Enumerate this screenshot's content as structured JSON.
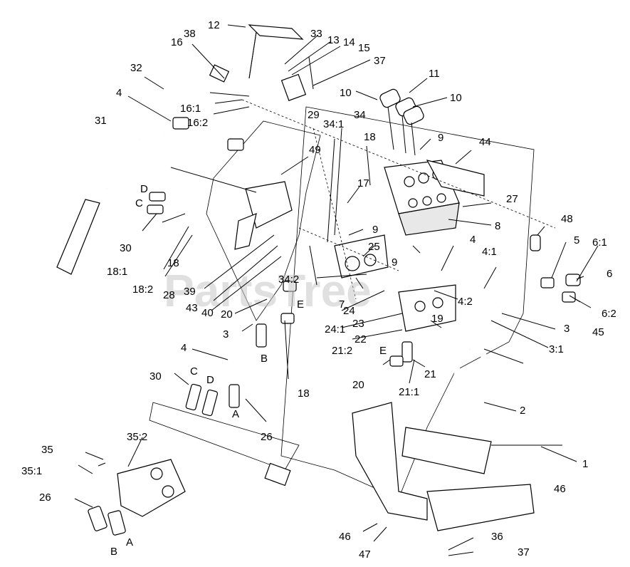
{
  "watermark": "PartsTree",
  "callouts": [
    "1",
    "2",
    "3",
    "3",
    "3:1",
    "4",
    "4",
    "4",
    "4:1",
    "4:2",
    "5",
    "6",
    "6:1",
    "6:2",
    "7",
    "8",
    "9",
    "9",
    "9",
    "10",
    "10",
    "11",
    "12",
    "13",
    "14",
    "15",
    "16",
    "16:1",
    "16:2",
    "17",
    "18",
    "18",
    "18",
    "18:1",
    "18:2",
    "19",
    "20",
    "20",
    "21",
    "21:1",
    "21:2",
    "22",
    "23",
    "24",
    "24:1",
    "25",
    "26",
    "26",
    "27",
    "28",
    "29",
    "30",
    "30",
    "31",
    "32",
    "33",
    "34",
    "34:1",
    "34:2",
    "35",
    "35:1",
    "35:2",
    "36",
    "37",
    "37",
    "38",
    "39",
    "40",
    "43",
    "44",
    "45",
    "46",
    "46",
    "47",
    "48",
    "49"
  ],
  "port_letters": [
    "D",
    "C",
    "E",
    "B",
    "C",
    "D",
    "A",
    "E",
    "B",
    "A"
  ]
}
